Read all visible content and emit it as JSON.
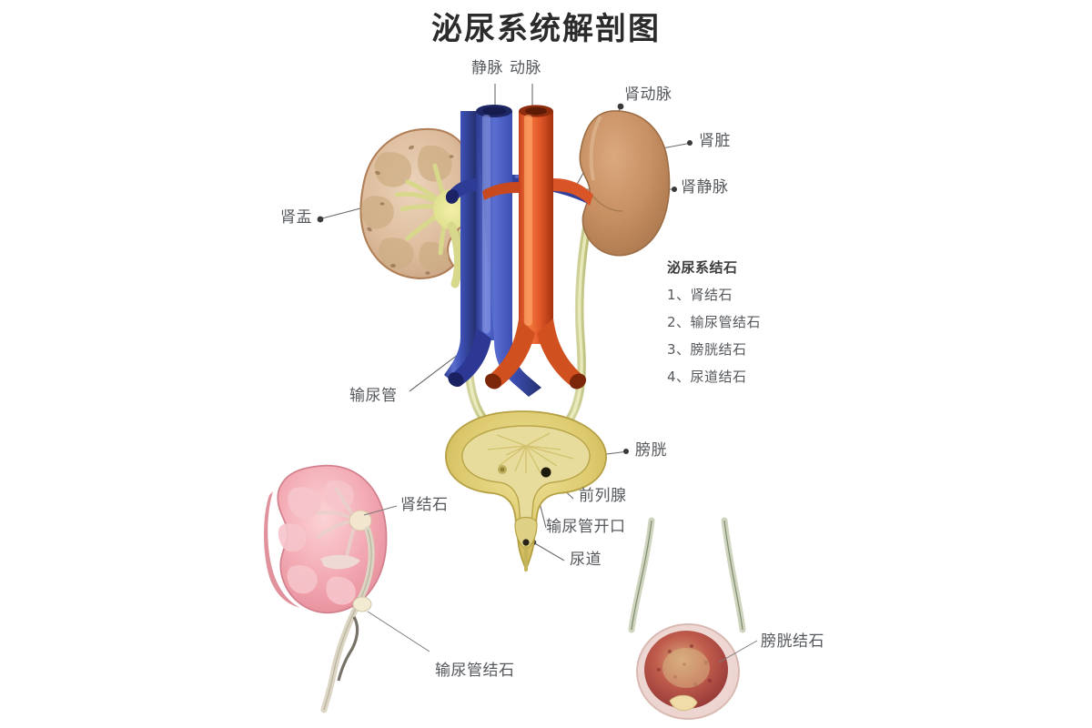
{
  "title": "泌尿系统解剖图",
  "labels": {
    "vein": "静脉",
    "artery": "动脉",
    "renal_artery": "肾动脉",
    "kidney": "肾脏",
    "renal_vein": "肾静脉",
    "renal_pelvis": "肾盂",
    "ureter": "输尿管",
    "bladder": "膀胱",
    "prostate": "前列腺",
    "ureteral_orifice": "输尿管开口",
    "urethra": "尿道",
    "kidney_stone": "肾结石",
    "ureteral_stone": "输尿管结石",
    "bladder_stone": "膀胱结石"
  },
  "stone_list": {
    "heading": "泌尿系结石",
    "items": [
      "1、肾结石",
      "2、输尿管结石",
      "3、膀胱结石",
      "4、尿道结石"
    ]
  },
  "colors": {
    "vein_blue": "#3b4fb0",
    "artery_red": "#e2582a",
    "kidney_tan": "#c08e63",
    "bladder_yellow": "#d8c468",
    "ureter_yellow": "#d8da96",
    "kidney_pink": "#f0a7b0",
    "stone_red": "#b8413d",
    "leader_gray": "#6b6b6b",
    "text_gray": "#55585c"
  }
}
